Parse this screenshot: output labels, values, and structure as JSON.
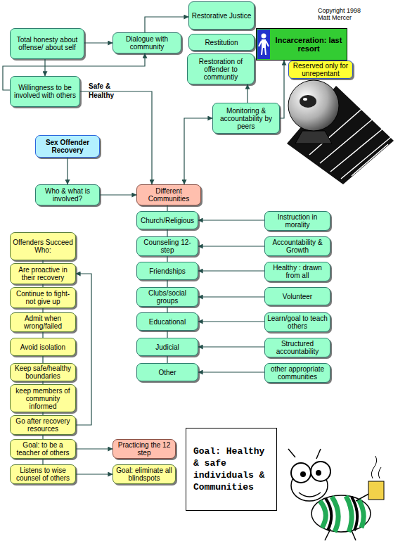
{
  "diagram": {
    "nodes": [
      {
        "text": [
          "Total honesty about offense/ about self"
        ]
      },
      {
        "text": [
          "Dialogue with community"
        ]
      },
      {
        "text": [
          "Restorative Justice"
        ]
      },
      {
        "text": [
          "Restitution"
        ]
      },
      {
        "text": [
          "Restoration of offender to communtiy"
        ]
      },
      {
        "text": [
          "Incarceration: last resort"
        ]
      },
      {
        "text": [
          "Reserved only for unrepentant"
        ]
      },
      {
        "text": [
          "Willingness to be involved with others"
        ]
      },
      {
        "text": [
          "Monitoring & accountability by peers"
        ]
      },
      {
        "text": [
          "Sex Offender Recovery"
        ]
      },
      {
        "text": [
          "Who & what is involved?"
        ]
      },
      {
        "text": [
          "Different Communities"
        ]
      },
      {
        "text": [
          "Church/Religious"
        ]
      },
      {
        "text": [
          "Instruction in morality"
        ]
      },
      {
        "text": [
          "Counseling 12-step"
        ]
      },
      {
        "text": [
          "Accountability & Growth"
        ]
      },
      {
        "text": [
          "Friendships"
        ]
      },
      {
        "text": [
          "Healthy : drawn from all"
        ]
      },
      {
        "text": [
          "Clubs/social groups"
        ]
      },
      {
        "text": [
          "Volunteer"
        ]
      },
      {
        "text": [
          "Educational"
        ]
      },
      {
        "text": [
          "Learn/goal to teach others"
        ]
      },
      {
        "text": [
          "Judicial"
        ]
      },
      {
        "text": [
          "Structured accountability"
        ]
      },
      {
        "text": [
          "Other"
        ]
      },
      {
        "text": [
          "other appropriate communities"
        ]
      },
      {
        "text": [
          "Offenders Succeed Who:"
        ]
      },
      {
        "text": [
          "Are proactive in their recovery"
        ]
      },
      {
        "text": [
          "Continue to fight- not give up"
        ]
      },
      {
        "text": [
          "Admit when wrong/failed"
        ]
      },
      {
        "text": [
          "Avoid isolation"
        ]
      },
      {
        "text": [
          "Keep safe/healthy boundaries"
        ]
      },
      {
        "text": [
          "keep members of community informed"
        ]
      },
      {
        "text": [
          "Go after recovery resources"
        ]
      },
      {
        "text": [
          "Goal: to be a teacher of others"
        ]
      },
      {
        "text": [
          "Practicing the 12 step"
        ]
      },
      {
        "text": [
          "Listens to wise counsel of others"
        ]
      },
      {
        "text": [
          "Goal: eliminate all blindspots"
        ]
      },
      {
        "text": [
          "Goal: Healthy & safe individuals & Communities"
        ]
      }
    ],
    "edges": [
      {
        "from": 0,
        "to": 1,
        "arrow": "to"
      },
      {
        "from": 1,
        "to": 2,
        "arrow": "to"
      },
      {
        "from": 7,
        "to": 1,
        "arrow": "to"
      },
      {
        "from": 0,
        "to": 7,
        "arrow": "to"
      },
      {
        "from": 7,
        "to": 11,
        "label": "Safe & Healthy",
        "arrow": "to"
      },
      {
        "from": 8,
        "to": 4,
        "arrow": "to"
      },
      {
        "from": 8,
        "to": 5,
        "arrow": "to"
      },
      {
        "from": 8,
        "to": 11,
        "arrow": "both"
      },
      {
        "from": 9,
        "to": 10,
        "arrow": "to"
      },
      {
        "from": 10,
        "to": 11,
        "arrow": "to"
      },
      {
        "from": 11,
        "to": 12,
        "arrow": "none"
      },
      {
        "from": 12,
        "to": 14,
        "arrow": "none"
      },
      {
        "from": 14,
        "to": 16,
        "arrow": "none"
      },
      {
        "from": 16,
        "to": 18,
        "arrow": "none"
      },
      {
        "from": 18,
        "to": 20,
        "arrow": "none"
      },
      {
        "from": 20,
        "to": 22,
        "arrow": "none"
      },
      {
        "from": 22,
        "to": 24,
        "arrow": "none"
      },
      {
        "from": 13,
        "to": 12,
        "arrow": "to"
      },
      {
        "from": 15,
        "to": 14,
        "arrow": "to"
      },
      {
        "from": 17,
        "to": 16,
        "arrow": "to"
      },
      {
        "from": 19,
        "to": 18,
        "arrow": "to"
      },
      {
        "from": 21,
        "to": 20,
        "arrow": "to"
      },
      {
        "from": 23,
        "to": 22,
        "arrow": "to"
      },
      {
        "from": 25,
        "to": 24,
        "arrow": "to"
      },
      {
        "from": 26,
        "to": 27,
        "arrow": "none"
      },
      {
        "from": 27,
        "to": 28,
        "arrow": "none"
      },
      {
        "from": 28,
        "to": 29,
        "arrow": "none"
      },
      {
        "from": 29,
        "to": 30,
        "arrow": "none"
      },
      {
        "from": 30,
        "to": 31,
        "arrow": "none"
      },
      {
        "from": 31,
        "to": 32,
        "arrow": "none"
      },
      {
        "from": 32,
        "to": 33,
        "arrow": "none"
      },
      {
        "from": 33,
        "to": 34,
        "arrow": "none"
      },
      {
        "from": 34,
        "to": 36,
        "arrow": "none"
      },
      {
        "from": 33,
        "to": 27,
        "arrow": "to"
      },
      {
        "from": 34,
        "to": 35,
        "arrow": "to"
      },
      {
        "from": 36,
        "to": 37,
        "arrow": "to"
      }
    ],
    "labels": [
      "Copyright 1998 Matt Mercer"
    ]
  }
}
